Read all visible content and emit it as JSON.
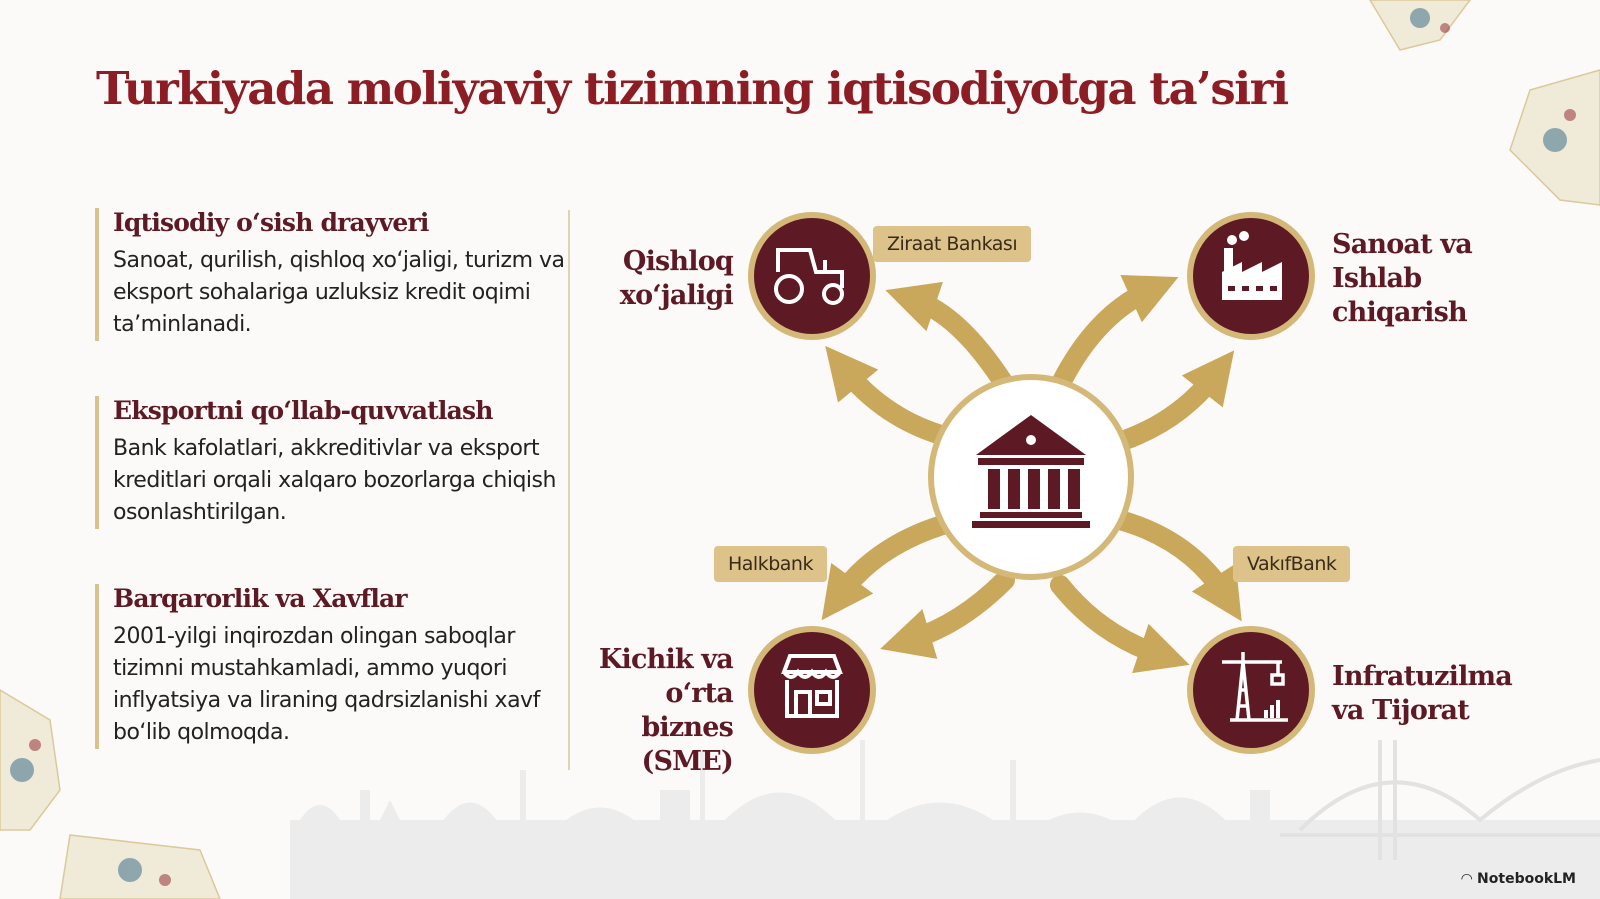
{
  "title": "Turkiyada moliyaviy tizimning iqtisodiyotga ta’siri",
  "sections": [
    {
      "heading": "Iqtisodiy o‘sish drayveri",
      "text": "Sanoat, qurilish, qishloq xo‘jaligi, turizm va eksport sohalariga uzluksiz kredit oqimi ta’minlanadi."
    },
    {
      "heading": "Eksportni qo‘llab-quvvatlash",
      "text": "Bank kafolatlari, akkreditivlar va eksport kreditlari orqali xalqaro bozorlarga chiqish osonlashtirilgan."
    },
    {
      "heading": "Barqarorlik va Xavflar",
      "text": "2001-yilgi inqirozdan olingan saboqlar tizimni mustahkamladi, ammo yuqori inflyatsiya va liraning qadrsizlanishi xavf bo‘lib qolmoqda."
    }
  ],
  "sectors": [
    {
      "id": "agri",
      "label": "Qishloq xo‘jaligi",
      "icon": "tractor-icon"
    },
    {
      "id": "industry",
      "label": "Sanoat va Ishlab chiqarish",
      "icon": "factory-icon"
    },
    {
      "id": "sme",
      "label": "Kichik va o‘rta biznes (SME)",
      "icon": "shop-icon"
    },
    {
      "id": "infra",
      "label": "Infratuzilma va Tijorat",
      "icon": "crane-icon"
    }
  ],
  "banks": [
    {
      "label": "Ziraat Bankası"
    },
    {
      "label": "Halkbank"
    },
    {
      "label": "VakıfBank"
    }
  ],
  "center_icon": "bank-building-icon",
  "brand": "NotebookLM",
  "colors": {
    "title": "#8c1d25",
    "maroon": "#5e1a24",
    "gold": "#c9a85c",
    "tag": "#ddc38a"
  }
}
